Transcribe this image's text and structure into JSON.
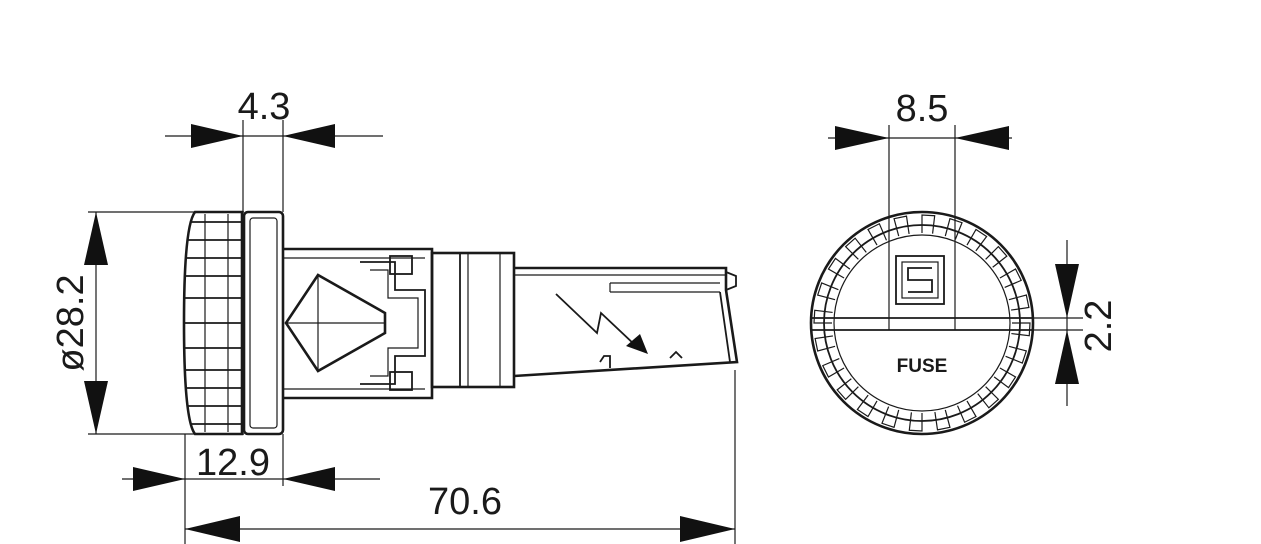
{
  "dimensions": {
    "flange_thickness": "4.3",
    "body_diameter": "ø28.2",
    "knob_length": "12.9",
    "overall_length": "70.6",
    "marking_width": "8.5",
    "marking_height": "2.2"
  },
  "cap_marking": {
    "text": "FUSE",
    "logo_glyph": "S"
  }
}
